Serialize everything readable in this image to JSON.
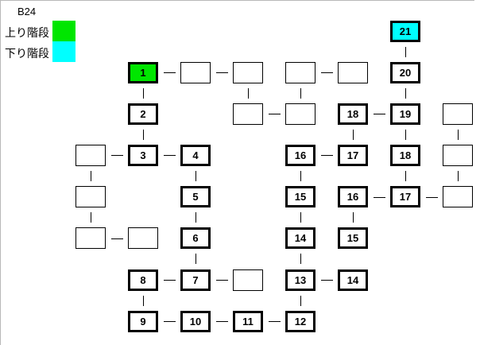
{
  "floor": "B24",
  "legend": [
    {
      "label": "上り階段",
      "color": "#00e600"
    },
    {
      "label": "下り階段",
      "color": "#00ffff"
    }
  ],
  "rooms": [
    {
      "label": "21",
      "type": "down"
    },
    {
      "label": "1",
      "type": "up"
    },
    {
      "label": "",
      "type": "blank"
    },
    {
      "label": "",
      "type": "blank"
    },
    {
      "label": "",
      "type": "blank"
    },
    {
      "label": "",
      "type": "blank"
    },
    {
      "label": "20",
      "type": "room"
    },
    {
      "label": "2",
      "type": "room"
    },
    {
      "label": "",
      "type": "blank"
    },
    {
      "label": "",
      "type": "blank"
    },
    {
      "label": "18",
      "type": "room"
    },
    {
      "label": "19",
      "type": "room"
    },
    {
      "label": "",
      "type": "blank"
    },
    {
      "label": "",
      "type": "blank"
    },
    {
      "label": "3",
      "type": "room"
    },
    {
      "label": "4",
      "type": "room"
    },
    {
      "label": "16",
      "type": "room"
    },
    {
      "label": "17",
      "type": "room"
    },
    {
      "label": "18",
      "type": "room"
    },
    {
      "label": "",
      "type": "blank"
    },
    {
      "label": "",
      "type": "blank"
    },
    {
      "label": "5",
      "type": "room"
    },
    {
      "label": "15",
      "type": "room"
    },
    {
      "label": "16",
      "type": "room"
    },
    {
      "label": "17",
      "type": "room"
    },
    {
      "label": "",
      "type": "blank"
    },
    {
      "label": "",
      "type": "blank"
    },
    {
      "label": "",
      "type": "blank"
    },
    {
      "label": "6",
      "type": "room"
    },
    {
      "label": "14",
      "type": "room"
    },
    {
      "label": "15",
      "type": "room"
    },
    {
      "label": "8",
      "type": "room"
    },
    {
      "label": "7",
      "type": "room"
    },
    {
      "label": "",
      "type": "blank"
    },
    {
      "label": "13",
      "type": "room"
    },
    {
      "label": "14",
      "type": "room"
    },
    {
      "label": "9",
      "type": "room"
    },
    {
      "label": "10",
      "type": "room"
    },
    {
      "label": "11",
      "type": "room"
    },
    {
      "label": "12",
      "type": "room"
    }
  ]
}
